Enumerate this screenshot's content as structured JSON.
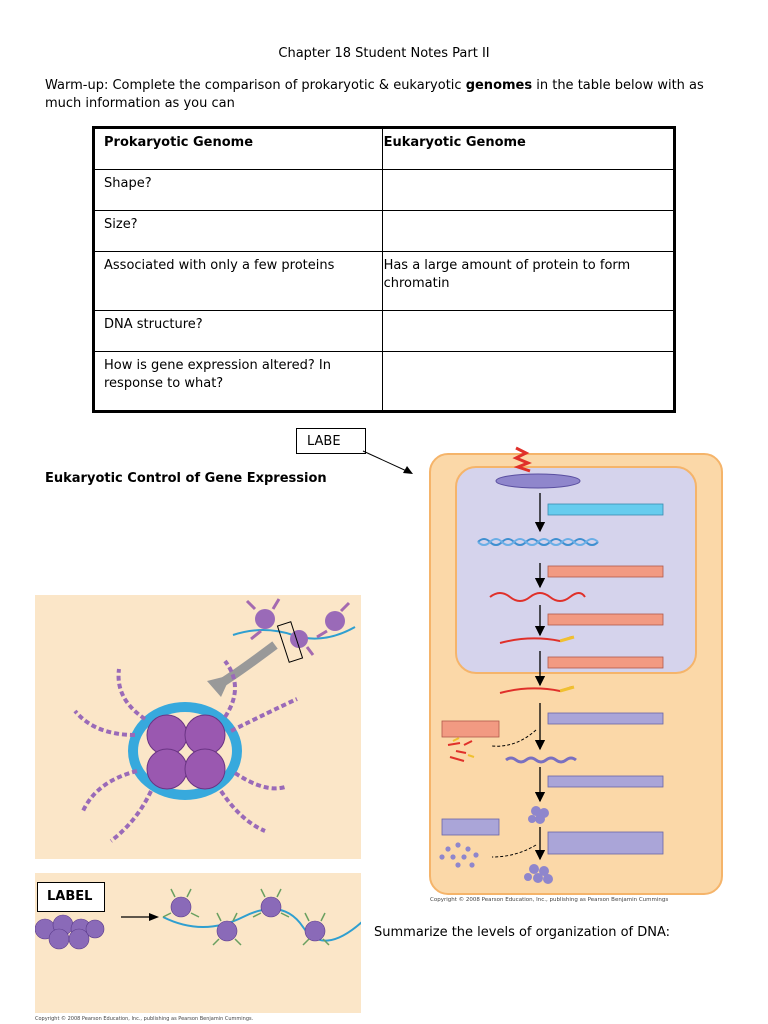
{
  "header": {
    "title": "Chapter 18 Student Notes Part II",
    "warmup_pre": "Warm-up: Complete the comparison of prokaryotic & eukaryotic ",
    "warmup_bold": "genomes",
    "warmup_post": " in the table below with as much information as you can"
  },
  "table": {
    "headers": [
      "Prokaryotic Genome",
      "Eukaryotic Genome"
    ],
    "rows": [
      [
        "Shape?",
        ""
      ],
      [
        "Size?",
        ""
      ],
      [
        "Associated with only a few proteins",
        "Has a large amount of protein to form chromatin"
      ],
      [
        "DNA structure?",
        ""
      ],
      [
        "How is gene expression altered? In response to what?",
        ""
      ]
    ]
  },
  "labels": {
    "labe_box": "LABE",
    "section_heading": "Eukaryotic Control of Gene Expression",
    "label_box": "LABEL",
    "summary_prompt": "Summarize the levels of organization of DNA:"
  },
  "copyright": {
    "figure_left": "Copyright © 2008 Pearson Education, Inc., publishing as Pearson Benjamin Cummings.",
    "figure_right": "Copyright © 2008 Pearson Education, Inc., publishing as Pearson Benjamin Cummings"
  },
  "colors": {
    "panel_bg": "#fbe6c8",
    "cell_bg": "#fbd8a8",
    "nucleus_bg": "#d5d3ec",
    "label_blue": "#66ccee",
    "label_salmon": "#f29a82",
    "label_lavender": "#aaa5d8"
  }
}
